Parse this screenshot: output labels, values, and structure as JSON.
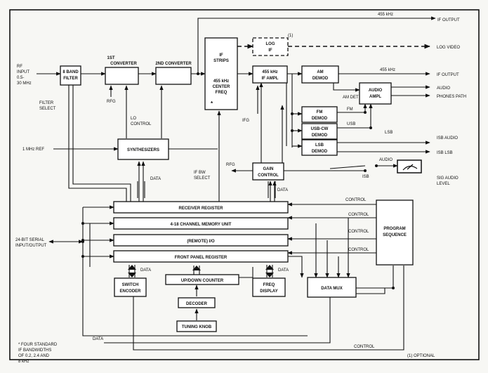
{
  "blocks": {
    "band_filter": [
      "8 BAND",
      "FILTER"
    ],
    "first_converter": [
      "1ST",
      "CONVERTER"
    ],
    "second_converter": "2ND CONVERTER",
    "if_strips": [
      "IF",
      "STRIPS",
      "455 kHz",
      "CENTER",
      "FREQ"
    ],
    "log_if": [
      "LOG",
      "IF"
    ],
    "if_ampl": [
      "455 kHz",
      "IF AMPL"
    ],
    "am_demod": [
      "AM",
      "DEMOD"
    ],
    "audio_ampl": [
      "AUDIO",
      "AMPL"
    ],
    "fm_demod": [
      "FM",
      "DEMOD"
    ],
    "usb_cw_demod": [
      "USB-CW",
      "DEMOD"
    ],
    "lsb_demod": [
      "LSB",
      "DEMOD"
    ],
    "synthesizers": "SYNTHESIZERS",
    "gain_control": [
      "GAIN",
      "CONTROL"
    ],
    "receiver_register": "RECEIVER REGISTER",
    "memory_unit": "4-18 CHANNEL MEMORY UNIT",
    "remote_io": "(REMOTE) I/O",
    "front_panel_register": "FRONT PANEL REGISTER",
    "program_sequence": [
      "PROGRAM",
      "SEQUENCE"
    ],
    "switch_encoder": [
      "SWITCH",
      "ENCODER"
    ],
    "up_down_counter": "UP/DOWN COUNTER",
    "decoder": "DECODER",
    "tuning_knob": "TUNING KNOB",
    "freq_display": [
      "FREQ",
      "DISPLAY"
    ],
    "data_mux": "DATA MUX"
  },
  "labels": {
    "rf_input": [
      "RF",
      "INPUT",
      "0.5-",
      "30 MHz"
    ],
    "filter_select": [
      "FILTER",
      "SELECT"
    ],
    "rfg": "RFG",
    "lo_control": [
      "LO",
      "CONTROL"
    ],
    "ref_1mhz": "1 MHz REF",
    "data_synth": "DATA",
    "if_bw_select": [
      "IF BW",
      "SELECT"
    ],
    "ifg": "IFG",
    "optional_mark": "(1)",
    "out_455_top": "455 kHz",
    "if_output_top": "IF OUTPUT",
    "log_video": "LOG VIDEO",
    "out_455_mid": "455 kHz",
    "if_output": "IF OUTPUT",
    "audio_out": "AUDIO",
    "phones_path": "PHONES PATH",
    "am_det": "AM DET",
    "fm_tag": "FM",
    "usb_tag": "USB",
    "lsb_tag": "LSB",
    "isb_audio": "ISB AUDIO",
    "isb_lsb": "ISB LSB",
    "rfg_gain": "RFG",
    "audio_switch": "AUDIO",
    "isb_switch": "ISB",
    "sig_audio_level": [
      "SIG AUDIO",
      "LEVEL"
    ],
    "data_gain": "DATA",
    "control1": "CONTROL",
    "control2": "CONTROL",
    "control3": "CONTROL",
    "control4": "CONTROL",
    "serial_io": [
      "24-BIT SERIAL",
      "INPUT/OUTPUT"
    ],
    "data_switch": "DATA",
    "data_freq": "DATA",
    "data_bottom": "DATA",
    "control_bottom": "CONTROL",
    "footnote": [
      "* FOUR STANDARD",
      "IF BANDWIDTHS",
      "OF 0.2, 2.4 AND",
      "8 kHz"
    ],
    "optional_note": "(1) OPTIONAL"
  }
}
